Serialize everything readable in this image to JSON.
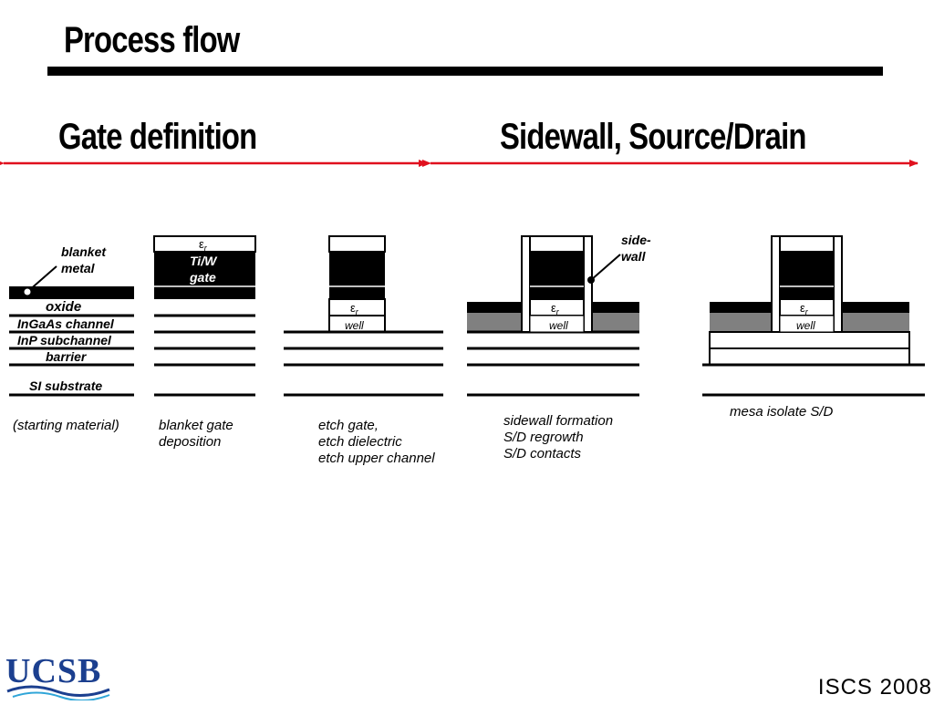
{
  "slide": {
    "title": "Process flow",
    "section_left": "Gate definition",
    "section_right": "Sidewall, Source/Drain",
    "footer": "ISCS 2008",
    "logo_text": "UCSB"
  },
  "labels": {
    "blanket_metal_1": "blanket",
    "blanket_metal_2": "metal",
    "oxide": "oxide",
    "ingaas": "InGaAs channel",
    "inp_1": "InP subchannel",
    "inp_2": "barrier",
    "si": "SI substrate",
    "eps": "ε",
    "eps_sub": "r",
    "tiw_1": "Ti/W",
    "tiw_2": "gate",
    "well": "well",
    "sidewall_1": "side-",
    "sidewall_2": "wall"
  },
  "captions": {
    "step1": [
      "(starting material)"
    ],
    "step2": [
      "blanket gate",
      "deposition"
    ],
    "step3": [
      "etch gate,",
      "etch dielectric",
      "etch upper channel"
    ],
    "step4": [
      "sidewall formation",
      "S/D regrowth",
      "S/D contacts"
    ],
    "step5": [
      "mesa isolate S/D"
    ]
  },
  "colors": {
    "arrow": "#e0101e",
    "metal": "#000000",
    "regrowth": "#808080",
    "logo": "#1b3f8f"
  }
}
